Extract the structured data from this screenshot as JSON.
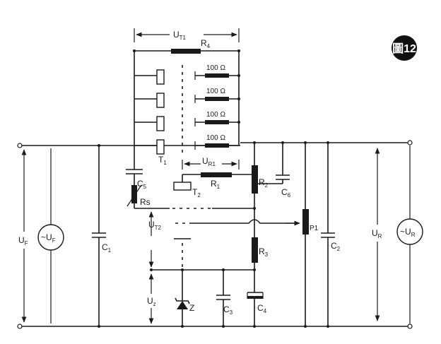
{
  "figure_badge": "圖12",
  "labels": {
    "ut1": "U",
    "ut1_sub": "T1",
    "r4": "R",
    "r4_sub": "4",
    "res_100": "100 Ω",
    "t1": "T",
    "t1_sub": "1",
    "ur1": "U",
    "ur1_sub": "R1",
    "r1": "R",
    "r1_sub": "1",
    "r2": "R",
    "r2_sub": "2",
    "c5": "C",
    "c5_sub": "5",
    "t2": "T",
    "t2_sub": "2",
    "c6": "C",
    "c6_sub": "6",
    "rs": "Rs",
    "ut2": "U",
    "ut2_sub": "T2",
    "p1": "P1",
    "uf": "U",
    "uf_sub": "F",
    "src_uf": "~U",
    "src_uf_sub": "F",
    "c1": "C",
    "c1_sub": "1",
    "r3": "R",
    "r3_sub": "3",
    "ur": "U",
    "ur_sub": "R",
    "src_ur": "~U",
    "src_ur_sub": "R",
    "c2": "C",
    "c2_sub": "2",
    "uz": "U",
    "uz_sub": "z",
    "z": "Z",
    "c3": "C",
    "c3_sub": "3",
    "c4": "C",
    "c4_sub": "4"
  }
}
